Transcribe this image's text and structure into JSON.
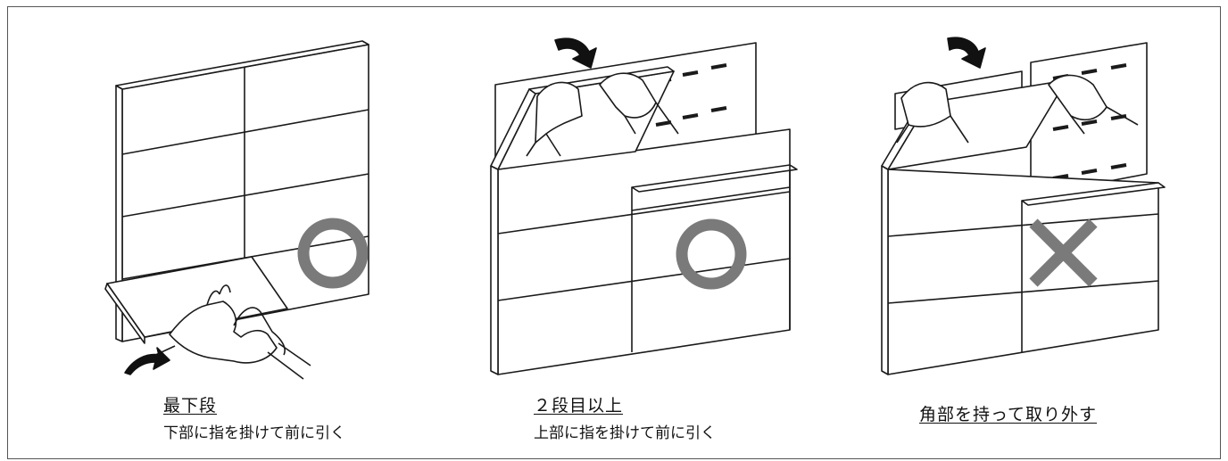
{
  "panels": [
    {
      "title": "最下段",
      "subtitle": "下部に指を掛けて前に引く",
      "mark": "circle"
    },
    {
      "title": "２段目以上",
      "subtitle": "上部に指を掛けて前に引く",
      "mark": "circle"
    },
    {
      "title": "角部を持って取り外す",
      "subtitle": "",
      "mark": "cross"
    }
  ],
  "colors": {
    "mark": "#7a7a7a",
    "line": "#1a1a1a",
    "arrow": "#111111"
  }
}
